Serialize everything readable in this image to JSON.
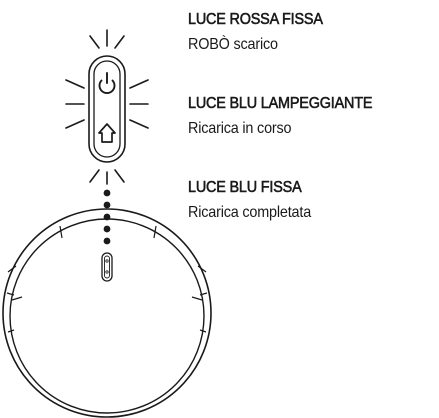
{
  "indicators": [
    {
      "title": "LUCE ROSSA FISSA",
      "description": "ROBÒ scarico"
    },
    {
      "title": "LUCE BLU LAMPEGGIANTE",
      "description": "Ricarica in corso"
    },
    {
      "title": "LUCE BLU FISSA",
      "description": "Ricarica completata"
    }
  ],
  "icons": {
    "top_button": "power-icon",
    "bottom_button": "home-icon"
  },
  "colors": {
    "line": "#1a1a1a",
    "background": "#ffffff"
  }
}
